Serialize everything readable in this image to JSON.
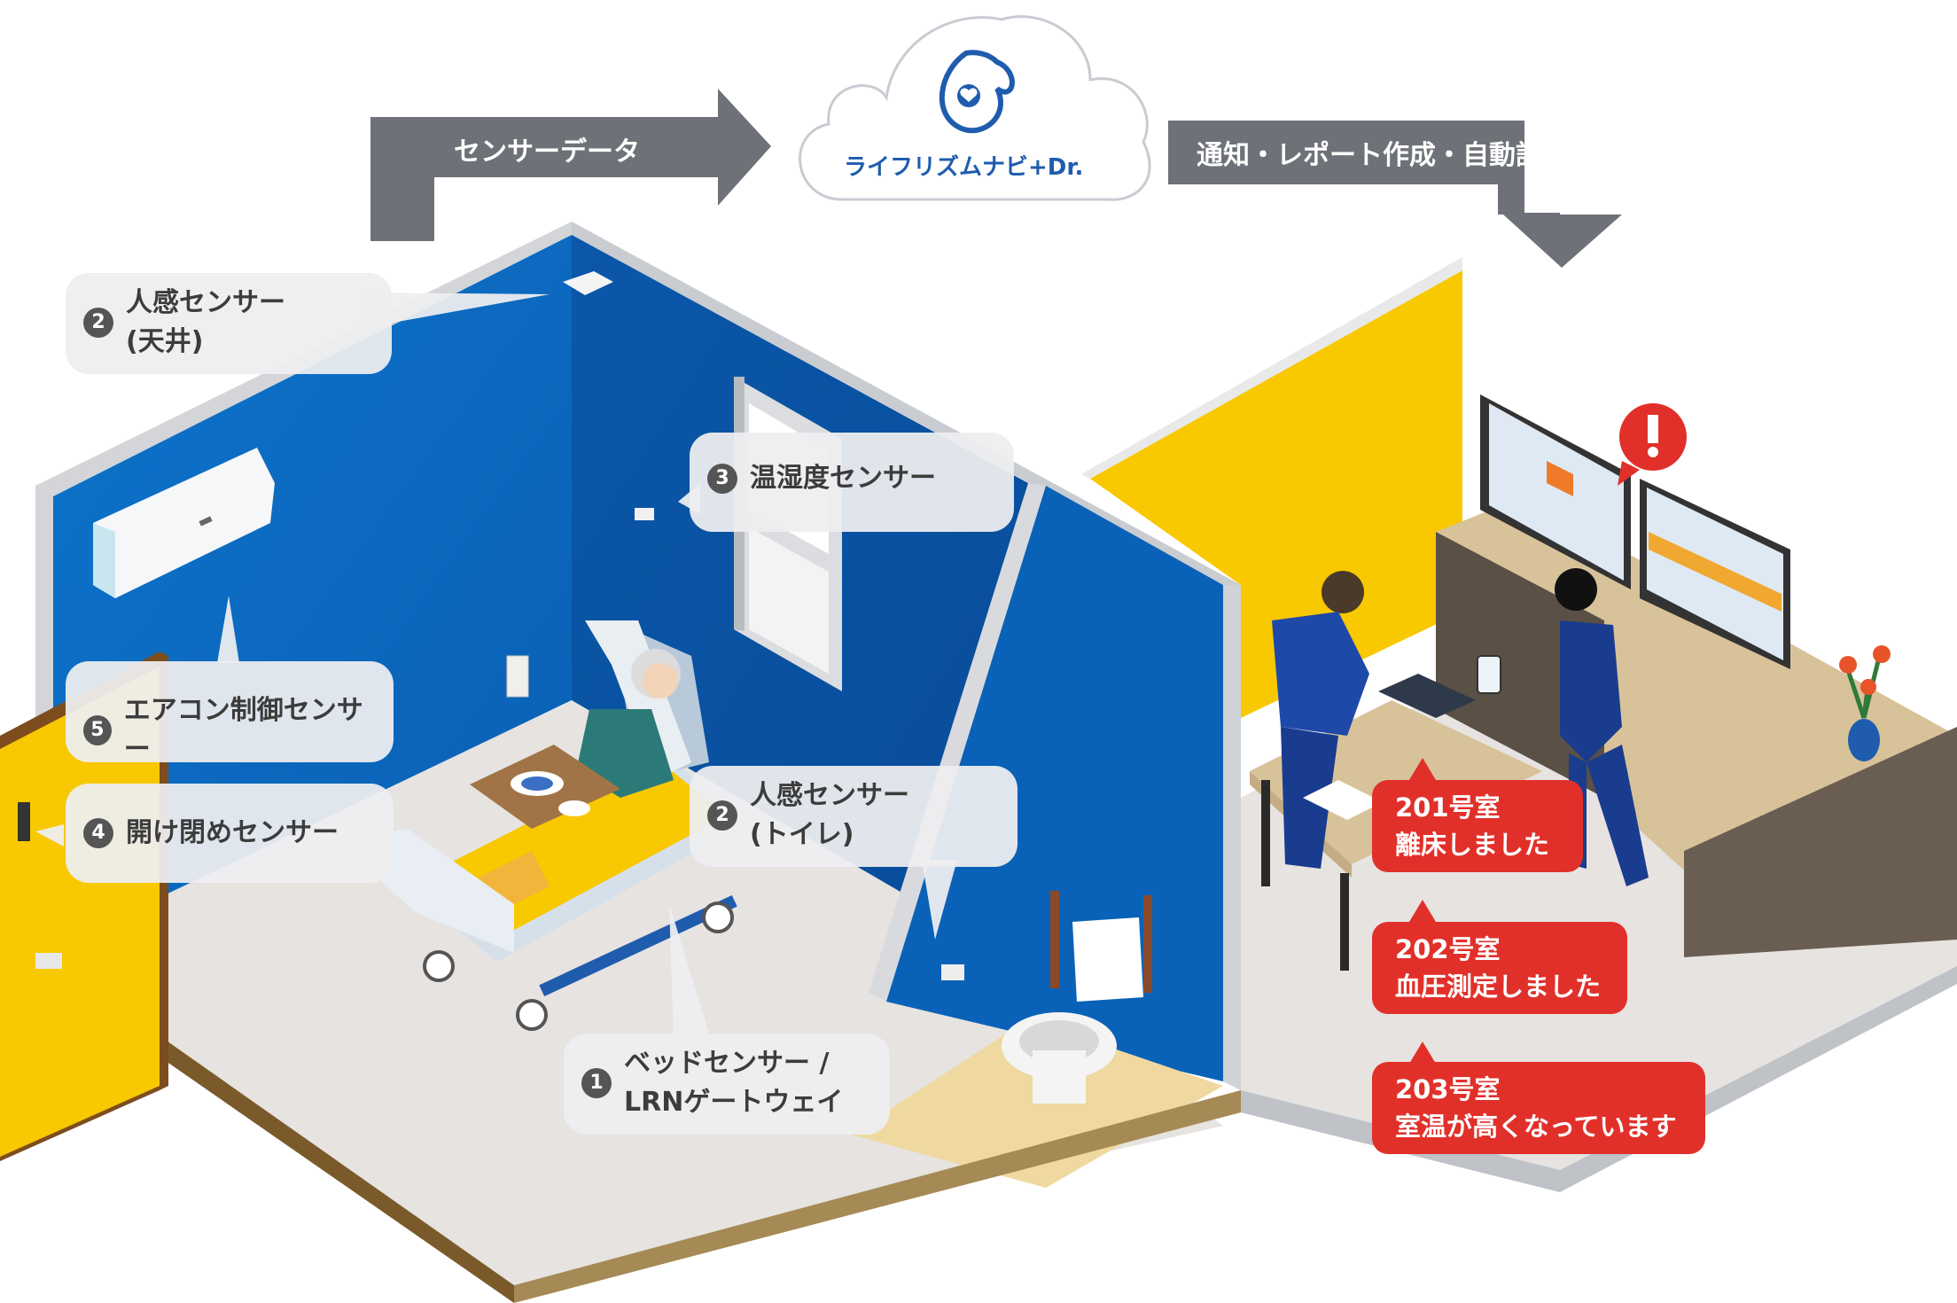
{
  "arrows": {
    "sensor_data": "センサーデータ",
    "notify": "通知・レポート作成・自動記録"
  },
  "cloud": {
    "service_name": "ライフリズムナビ+Dr."
  },
  "callouts": [
    {
      "key": "ceiling",
      "number": "2",
      "lines": [
        "人感センサー",
        "(天井)"
      ]
    },
    {
      "key": "temp",
      "number": "3",
      "lines": [
        "温湿度センサー"
      ]
    },
    {
      "key": "aircon",
      "number": "5",
      "lines": [
        "エアコン制御センサー"
      ]
    },
    {
      "key": "door",
      "number": "4",
      "lines": [
        "開け閉めセンサー"
      ]
    },
    {
      "key": "toilet",
      "number": "2",
      "lines": [
        "人感センサー",
        "(トイレ)"
      ]
    },
    {
      "key": "bed",
      "number": "1",
      "lines": [
        "ベッドセンサー /",
        "LRNゲートウェイ"
      ]
    }
  ],
  "alerts": [
    {
      "room": "201号室",
      "message": "離床しました"
    },
    {
      "room": "202号室",
      "message": "血圧測定しました"
    },
    {
      "room": "203号室",
      "message": "室温が高くなっています"
    }
  ],
  "colors": {
    "wall_blue": "#0c6dc3",
    "wall_blue_dark": "#0a56a8",
    "wall_yellow": "#f8c800",
    "floor": "#e6e3e0",
    "arrow_gray": "#6e7278",
    "alert_red": "#e1302a",
    "brand_blue": "#1f5cae"
  }
}
